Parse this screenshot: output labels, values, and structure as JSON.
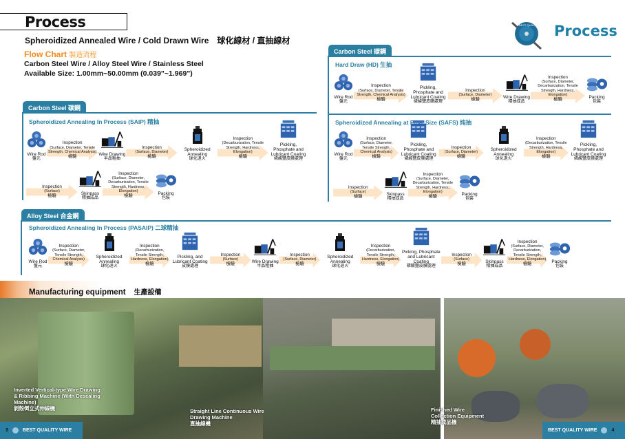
{
  "header": {
    "title": "Process",
    "subtitle": "Spheroidized Annealed Wire / Cold Drawn Wire　球化線材 / 直抽線材",
    "flow_chart_label": "Flow Chart",
    "flow_chart_zh": "製造流程",
    "materials": "Carbon Steel Wire / Alloy Steel Wire / Stainless Steel",
    "available_size": "Available Size: 1.00mm~50.00mm (0.039\"~1.969\")",
    "brand_title": "Process",
    "logo_text": "BEST QUALITY"
  },
  "sections": {
    "carbon_left": {
      "tab": "Carbon Steel 碳鋼",
      "subtitle": "Spheroidized Annealing In Process (SAIP) 精抽",
      "rows": [
        [
          {
            "type": "node",
            "icon": "wire-rod",
            "label": "Wire Rod",
            "zh": "盤元"
          },
          {
            "type": "insp",
            "title": "Inspection",
            "detail": "(Surface, Diameter, Tensile Strength, Chemical Analysis)",
            "zh": "檢驗"
          },
          {
            "type": "node",
            "icon": "wire-drawing",
            "label": "Wire Drawing",
            "zh": "半品粗抽"
          },
          {
            "type": "insp",
            "title": "Inspection",
            "detail": "(Surface, Diameter)",
            "zh": "檢驗"
          },
          {
            "type": "node",
            "icon": "annealing",
            "label": "Spheroidized Annealing",
            "zh": "球化退火"
          },
          {
            "type": "insp",
            "title": "Inspection",
            "detail": "(Decarburization, Tensile Strength, Hardness, Elongation)",
            "zh": "檢驗"
          },
          {
            "type": "node",
            "icon": "pickling",
            "label": "Pickling, Phosphate and Lubricant Coating",
            "zh": "磷酸鹽皮膜處理"
          }
        ],
        [
          {
            "type": "insp",
            "title": "Inspection",
            "detail": "(Surface)",
            "zh": "檢驗"
          },
          {
            "type": "node",
            "icon": "skinpass",
            "label": "Skinpass",
            "zh": "精抽成品"
          },
          {
            "type": "insp",
            "title": "Inspection",
            "detail": "(Surface, Diameter, Decarburization, Tensile Strength, Hardness, Elongation)",
            "zh": "檢驗"
          },
          {
            "type": "node",
            "icon": "packing",
            "label": "Packing",
            "zh": "包裝"
          }
        ]
      ]
    },
    "carbon_right": {
      "tab": "Carbon Steel 碳鋼",
      "subtitle": "Hard Draw (HD) 生抽",
      "rows": [
        [
          {
            "type": "node",
            "icon": "wire-rod",
            "label": "Wire Rod",
            "zh": "盤元"
          },
          {
            "type": "insp",
            "title": "Inspection",
            "detail": "(Surface, Diameter, Tensile Strength, Chemical Analysis)",
            "zh": "檢驗"
          },
          {
            "type": "node",
            "icon": "pickling",
            "label": "Pickling, Phosphate and Lubricant Coating",
            "zh": "磷酸鹽皮膜處理"
          },
          {
            "type": "insp",
            "title": "Inspection",
            "detail": "(Surface, Diameter)",
            "zh": "檢驗"
          },
          {
            "type": "node",
            "icon": "wire-drawing",
            "label": "Wire Drawing",
            "zh": "精抽成品"
          },
          {
            "type": "insp",
            "title": "Inspection",
            "detail": "(Surface, Diameter, Decarburization, Tensile Strength, Hardness, Elongation)",
            "zh": "檢驗"
          },
          {
            "type": "node",
            "icon": "packing",
            "label": "Packing",
            "zh": "包裝"
          }
        ]
      ],
      "subtitle2": "Spheroidized Annealing at Final Size (SAFS) 炖抽",
      "rows2": [
        [
          {
            "type": "node",
            "icon": "wire-rod",
            "label": "Wire Rod",
            "zh": "盤元"
          },
          {
            "type": "insp",
            "title": "Inspection",
            "detail": "(Surface, Diameter, Tensile Strength, Chemical Analysis)",
            "zh": "檢驗"
          },
          {
            "type": "node",
            "icon": "pickling",
            "label": "Pickling, Phosphate and Lubricant Coating",
            "zh": "磷酸鹽皮膜處理"
          },
          {
            "type": "insp",
            "title": "Inspection",
            "detail": "(Surface, Diameter)",
            "zh": "檢驗"
          },
          {
            "type": "node",
            "icon": "annealing",
            "label": "Spheroidized Annealing",
            "zh": "球化退火"
          },
          {
            "type": "insp",
            "title": "Inspection",
            "detail": "(Decarburization, Tensile Strength, Hardness, Elongation)",
            "zh": "檢驗"
          },
          {
            "type": "node",
            "icon": "pickling",
            "label": "Pickling, Phosphate and Lubricant Coating",
            "zh": "磷酸鹽皮膜處理"
          }
        ],
        [
          {
            "type": "insp",
            "title": "Inspection",
            "detail": "(Surface)",
            "zh": "檢驗"
          },
          {
            "type": "node",
            "icon": "skinpass",
            "label": "Skinpass",
            "zh": "精抽成品"
          },
          {
            "type": "insp",
            "title": "Inspection",
            "detail": "(Surface, Diameter, Decarburization, Tensile Strength, Hardness, Elongation)",
            "zh": "檢驗"
          },
          {
            "type": "node",
            "icon": "packing",
            "label": "Packing",
            "zh": "包裝"
          }
        ]
      ]
    },
    "alloy": {
      "tab": "Alloy Steel 合金鋼",
      "subtitle": "Spheroidized Annealing In Process (PASAIP) 二球精抽",
      "rows": [
        [
          {
            "type": "node",
            "icon": "wire-rod",
            "label": "Wire Rod",
            "zh": "盤元"
          },
          {
            "type": "insp",
            "title": "Inspection",
            "detail": "(Surface, Diameter, Tensile Strength, Chemical Analysis)",
            "zh": "檢驗"
          },
          {
            "type": "node",
            "icon": "annealing",
            "label": "Spheroidized Annealing",
            "zh": "球化退火"
          },
          {
            "type": "insp",
            "title": "Inspection",
            "detail": "(Decarburization, Tensile Strength, Hardness, Elongation)",
            "zh": "檢驗"
          },
          {
            "type": "node",
            "icon": "pickling",
            "label": "Pickling, and Lubricant Coating",
            "zh": "皮膜處理"
          },
          {
            "type": "insp",
            "title": "Inspection",
            "detail": "(Surface)",
            "zh": "檢驗"
          },
          {
            "type": "node",
            "icon": "wire-drawing",
            "label": "Wire Drawing",
            "zh": "半品粗抽"
          },
          {
            "type": "insp",
            "title": "Inspection",
            "detail": "(Surface, Diameter)",
            "zh": "檢驗"
          },
          {
            "type": "node",
            "icon": "annealing",
            "label": "Spheroidized Annealing",
            "zh": "球化退火"
          },
          {
            "type": "insp",
            "title": "Inspection",
            "detail": "(Decarburization, Tensile Strength, Hardness, Elongation)",
            "zh": "檢驗"
          },
          {
            "type": "node",
            "icon": "pickling",
            "label": "Picking, Phosphate and Lubricant Coating",
            "zh": "磷酸鹽皮膜處理"
          },
          {
            "type": "insp",
            "title": "Inspection",
            "detail": "(Surface)",
            "zh": "檢驗"
          },
          {
            "type": "node",
            "icon": "skinpass",
            "label": "Skinpass",
            "zh": "精抽成品"
          },
          {
            "type": "insp",
            "title": "Inspection",
            "detail": "(Surface, Diameter, Decarburization, Tensile Strength, Hardness, Elongation)",
            "zh": "檢驗"
          },
          {
            "type": "node",
            "icon": "packing",
            "label": "Packing",
            "zh": "包裝"
          }
        ]
      ]
    }
  },
  "manufacturing": {
    "title": "Manufacturing equipment",
    "title_zh": "生產設備",
    "captions": [
      {
        "en": "Inverted Vertical-type Wire Drawing & Ribbing Machine (With Descaling Machine)",
        "zh": "剝殼倒立式伸線機"
      },
      {
        "en": "Straight Line Continuous Wire Drawing Machine",
        "zh": "直抽線機"
      },
      {
        "en": "Finished Wire Collection Equipment",
        "zh": "精抽成品機"
      }
    ]
  },
  "footer": {
    "left_page": "3",
    "right_page": "4",
    "brand": "BEST QUALITY WIRE"
  },
  "colors": {
    "accent": "#2a7fa3",
    "orange": "#f28a1e",
    "arrow": "#fde4c6"
  }
}
